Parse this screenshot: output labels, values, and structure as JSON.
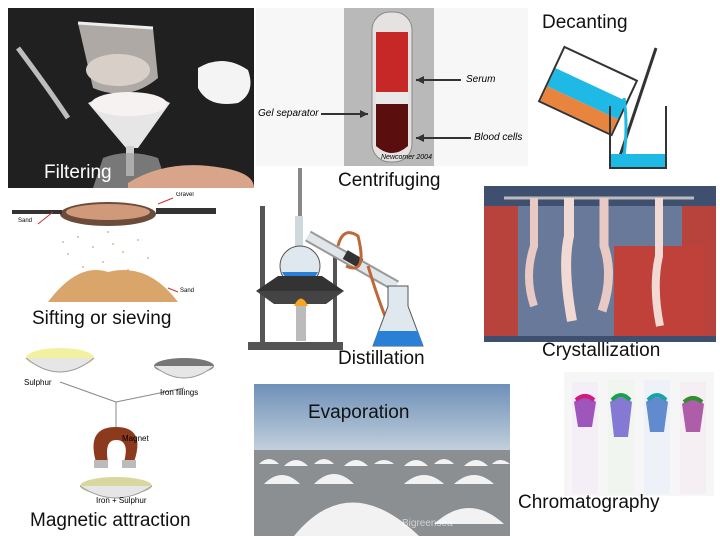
{
  "labels": {
    "filtering": "Filtering",
    "centrifuging": "Centrifuging",
    "decanting": "Decanting",
    "sifting": "Sifting or sieving",
    "distillation": "Distillation",
    "crystallization": "Crystallization",
    "evaporation": "Evaporation",
    "chromatography": "Chromatography",
    "magnetic": "Magnetic attraction"
  },
  "centrifuge_annotations": {
    "serum": "Serum",
    "gel": "Gel separator",
    "cells": "Blood cells",
    "credit": "Newcomer 2004"
  },
  "sieve_annotations": {
    "sand": "Sand",
    "gravel": "Gravel"
  },
  "magnet_annotations": {
    "sulphur": "Sulphur",
    "iron": "Iron fillings",
    "magnet": "Magnet",
    "mixture": "Iron + Sulphur"
  },
  "evaporation_watermark": "Bigreensea",
  "colors": {
    "water_blue": "#1fb9e6",
    "flask_blue": "#2a7fd6",
    "sand": "#d9a56a",
    "crystal_red": "#c0403a",
    "photo_dark": "#2a2a2a"
  }
}
